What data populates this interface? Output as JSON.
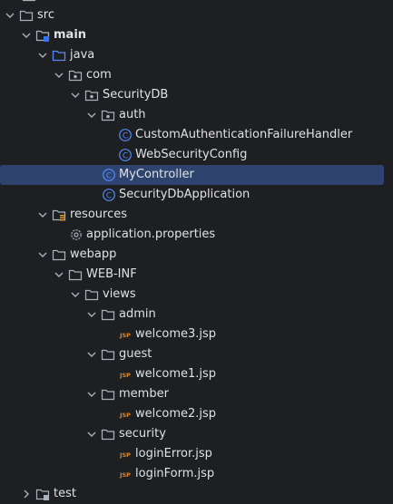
{
  "colors": {
    "background": "#1e1f22",
    "selection": "#2e436e",
    "text": "#dfe1e5",
    "folder": "#a9b1bd",
    "class_icon": "#548af7",
    "jsp_icon": "#e0862d"
  },
  "tree": {
    "src": {
      "label": "src",
      "icon": "folder-icon"
    },
    "main": {
      "label": "main",
      "icon": "module-folder-icon"
    },
    "java": {
      "label": "java",
      "icon": "source-folder-icon"
    },
    "com": {
      "label": "com",
      "icon": "package-icon"
    },
    "securitydb": {
      "label": "SecurityDB",
      "icon": "package-icon"
    },
    "auth": {
      "label": "auth",
      "icon": "package-icon"
    },
    "custom_failure_handler": {
      "label": "CustomAuthenticationFailureHandler",
      "icon": "class-icon"
    },
    "web_security_config": {
      "label": "WebSecurityConfig",
      "icon": "class-icon"
    },
    "my_controller": {
      "label": "MyController",
      "icon": "class-icon",
      "selected": true
    },
    "security_db_application": {
      "label": "SecurityDbApplication",
      "icon": "class-icon"
    },
    "resources": {
      "label": "resources",
      "icon": "resources-folder-icon"
    },
    "application_properties": {
      "label": "application.properties",
      "icon": "gear-icon"
    },
    "webapp": {
      "label": "webapp",
      "icon": "folder-icon"
    },
    "web_inf": {
      "label": "WEB-INF",
      "icon": "folder-icon"
    },
    "views": {
      "label": "views",
      "icon": "folder-icon"
    },
    "admin": {
      "label": "admin",
      "icon": "folder-icon"
    },
    "welcome3": {
      "label": "welcome3.jsp",
      "icon": "jsp-icon"
    },
    "guest": {
      "label": "guest",
      "icon": "folder-icon"
    },
    "welcome1": {
      "label": "welcome1.jsp",
      "icon": "jsp-icon"
    },
    "member": {
      "label": "member",
      "icon": "folder-icon"
    },
    "welcome2": {
      "label": "welcome2.jsp",
      "icon": "jsp-icon"
    },
    "security": {
      "label": "security",
      "icon": "folder-icon"
    },
    "login_error": {
      "label": "loginError.jsp",
      "icon": "jsp-icon"
    },
    "login_form": {
      "label": "loginForm.jsp",
      "icon": "jsp-icon"
    },
    "test": {
      "label": "test",
      "icon": "folder-icon"
    }
  },
  "jsp_icon_text": "JSP",
  "class_icon_letter": "C"
}
